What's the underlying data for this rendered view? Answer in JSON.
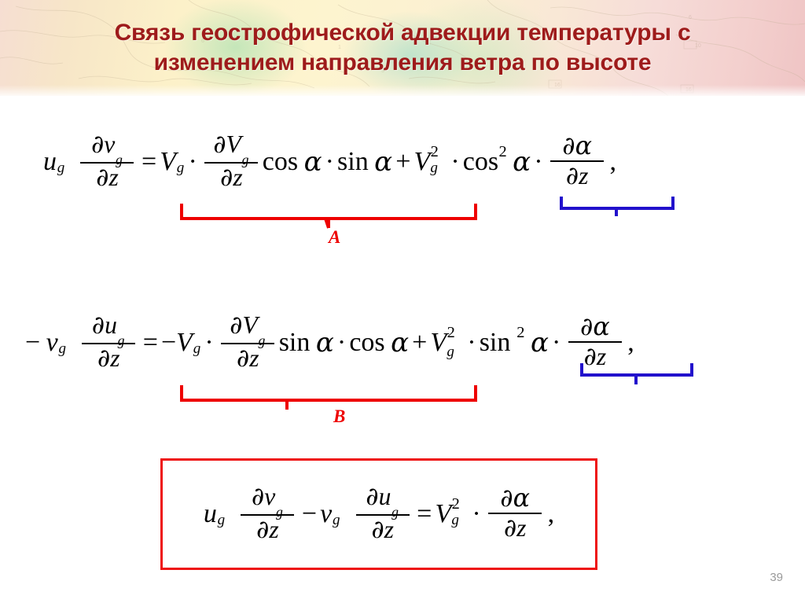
{
  "slide": {
    "title_line1": "Связь геострофической адвекции температуры с",
    "title_line2": "изменением направления ветра по высоте",
    "page_number": "39",
    "title_color": "#9e1b1b",
    "accent_red": "#ee1111",
    "accent_blue": "#2211cc",
    "page_number_color": "#9a9a9a"
  },
  "equations": {
    "eq1": {
      "lhs": {
        "var": "u",
        "var_sub": "g",
        "frac_num_partial": "∂",
        "frac_num_var": "v",
        "frac_num_sub": "g",
        "frac_den_partial": "∂",
        "frac_den_var": "z"
      },
      "relation": "=",
      "rhs_term1": {
        "var": "V",
        "var_sub": "g",
        "dot": "·",
        "frac_num_partial": "∂",
        "frac_num_var": "V",
        "frac_num_sub": "g",
        "frac_den_partial": "∂",
        "frac_den_var": "z",
        "trig1": "cos",
        "alpha1": "α",
        "dot2": "·",
        "trig2": "sin",
        "alpha2": "α"
      },
      "plus": "+",
      "rhs_term2": {
        "var": "V",
        "var_sub": "g",
        "var_sup": "2",
        "dot": "·",
        "trig": "cos",
        "trig_sup": "2",
        "alpha": "α",
        "dot2": "·",
        "frac_num_partial": "∂",
        "frac_num_alpha": "α",
        "frac_den_partial": "∂",
        "frac_den_var": "z"
      },
      "comma": ",",
      "brace_label": "A",
      "plain": "u_g ∂v_g/∂z = V_g · ∂V_g/∂z cos α · sin α + V_g² · cos² α · ∂α/∂z ,"
    },
    "eq2": {
      "lhs": {
        "minus": "−",
        "var": "v",
        "var_sub": "g",
        "frac_num_partial": "∂",
        "frac_num_var": "u",
        "frac_num_sub": "g",
        "frac_den_partial": "∂",
        "frac_den_var": "z"
      },
      "relation": "=",
      "rhs_term1": {
        "minus": "−",
        "var": "V",
        "var_sub": "g",
        "dot": "·",
        "frac_num_partial": "∂",
        "frac_num_var": "V",
        "frac_num_sub": "g",
        "frac_den_partial": "∂",
        "frac_den_var": "z",
        "trig1": "sin",
        "alpha1": "α",
        "dot2": "·",
        "trig2": "cos",
        "alpha2": "α"
      },
      "plus": "+",
      "rhs_term2": {
        "var": "V",
        "var_sub": "g",
        "var_sup": "2",
        "dot": "·",
        "trig": "sin",
        "trig_sup": "2",
        "alpha": "α",
        "dot2": "·",
        "frac_num_partial": "∂",
        "frac_num_alpha": "α",
        "frac_den_partial": "∂",
        "frac_den_var": "z"
      },
      "comma": ",",
      "brace_label": "B",
      "plain": "− v_g ∂u_g/∂z = −V_g · ∂V_g/∂z sin α · cos α + V_g² · sin² α · ∂α/∂z ,"
    },
    "eq3": {
      "term1": {
        "var": "u",
        "var_sub": "g",
        "frac_num_partial": "∂",
        "frac_num_var": "v",
        "frac_num_sub": "g",
        "frac_den_partial": "∂",
        "frac_den_var": "z"
      },
      "minus": "−",
      "term2": {
        "var": "v",
        "var_sub": "g",
        "frac_num_partial": "∂",
        "frac_num_var": "u",
        "frac_num_sub": "g",
        "frac_den_partial": "∂",
        "frac_den_var": "z"
      },
      "relation": "=",
      "term3": {
        "var": "V",
        "var_sub": "g",
        "var_sup": "2",
        "dot": "·",
        "frac_num_partial": "∂",
        "frac_num_alpha": "α",
        "frac_den_partial": "∂",
        "frac_den_var": "z"
      },
      "comma": ",",
      "plain": "u_g ∂v_g/∂z − v_g ∂u_g/∂z = V_g² · ∂α/∂z ,"
    }
  }
}
